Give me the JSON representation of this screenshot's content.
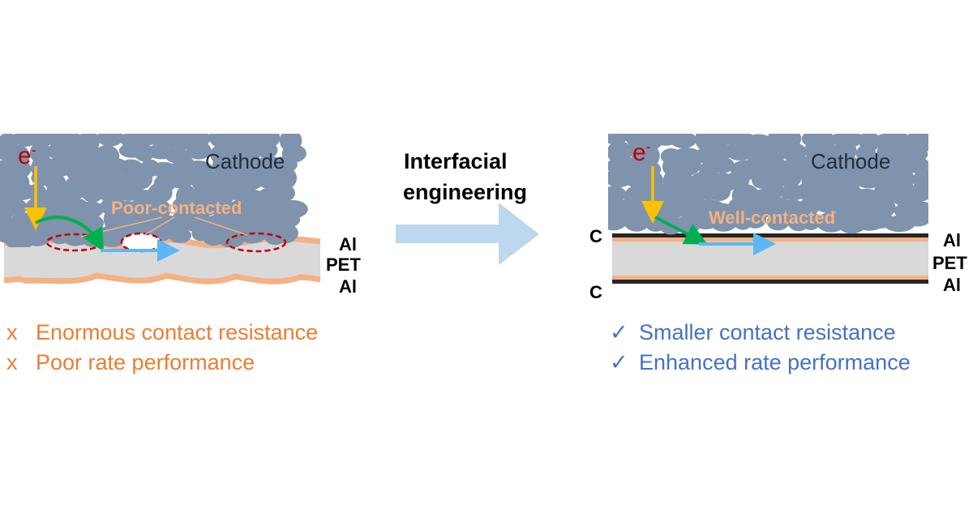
{
  "colors": {
    "particle": "#7f93ad",
    "aluminum": "#f4b183",
    "pet": "#d9d9d9",
    "carbon": "#262626",
    "electron_arrow": "#ffc000",
    "green_arrow": "#00b050",
    "blue_arrow": "#5cb8f4",
    "big_arrow": "#bdd7ee",
    "ellipse": "#c00000",
    "orange_text": "#ed7d31",
    "callout_text": "#f4b183",
    "blue_text": "#4472c4"
  },
  "left": {
    "electron_symbol": "e",
    "electron_superscript": "-",
    "cathode_label": "Cathode",
    "callout_label": "Poor-contacted",
    "layer_labels": [
      "Al",
      "PET",
      "Al"
    ],
    "bullets": [
      {
        "marker": "x",
        "text": "Enormous contact resistance"
      },
      {
        "marker": "x",
        "text": "Poor rate performance"
      }
    ]
  },
  "middle": {
    "title_line1": "Interfacial",
    "title_line2": "engineering"
  },
  "right": {
    "electron_symbol": "e",
    "electron_superscript": "-",
    "cathode_label": "Cathode",
    "callout_label": "Well-contacted",
    "carbon_labels": [
      "C",
      "C"
    ],
    "layer_labels": [
      "Al",
      "PET",
      "Al"
    ],
    "bullets": [
      {
        "marker": "✓",
        "text": "Smaller contact resistance"
      },
      {
        "marker": "✓",
        "text": "Enhanced rate performance"
      }
    ]
  }
}
